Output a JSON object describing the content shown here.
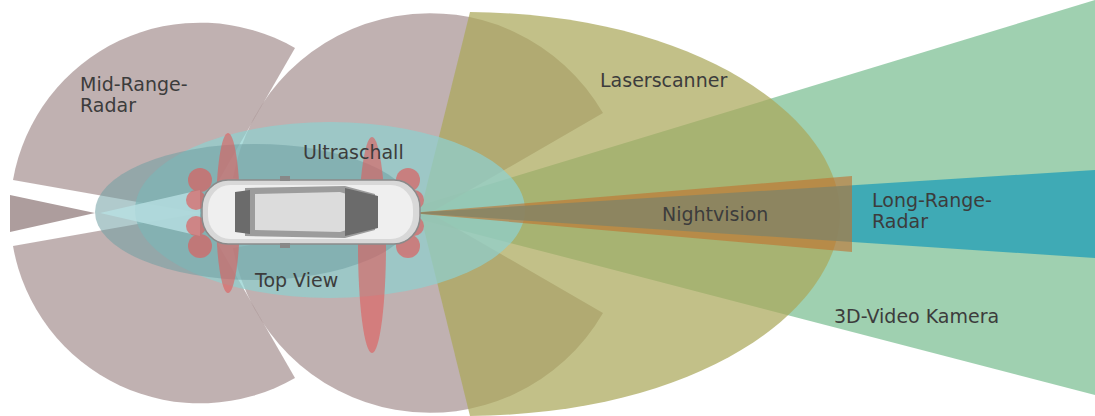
{
  "diagram": {
    "labels": [
      "Mid-Range- Radar",
      "Laserscanner",
      "Ultraschall",
      "Nightvision",
      "Long-Range- Radar",
      "Top View",
      "3D-Video Kamera"
    ]
  }
}
